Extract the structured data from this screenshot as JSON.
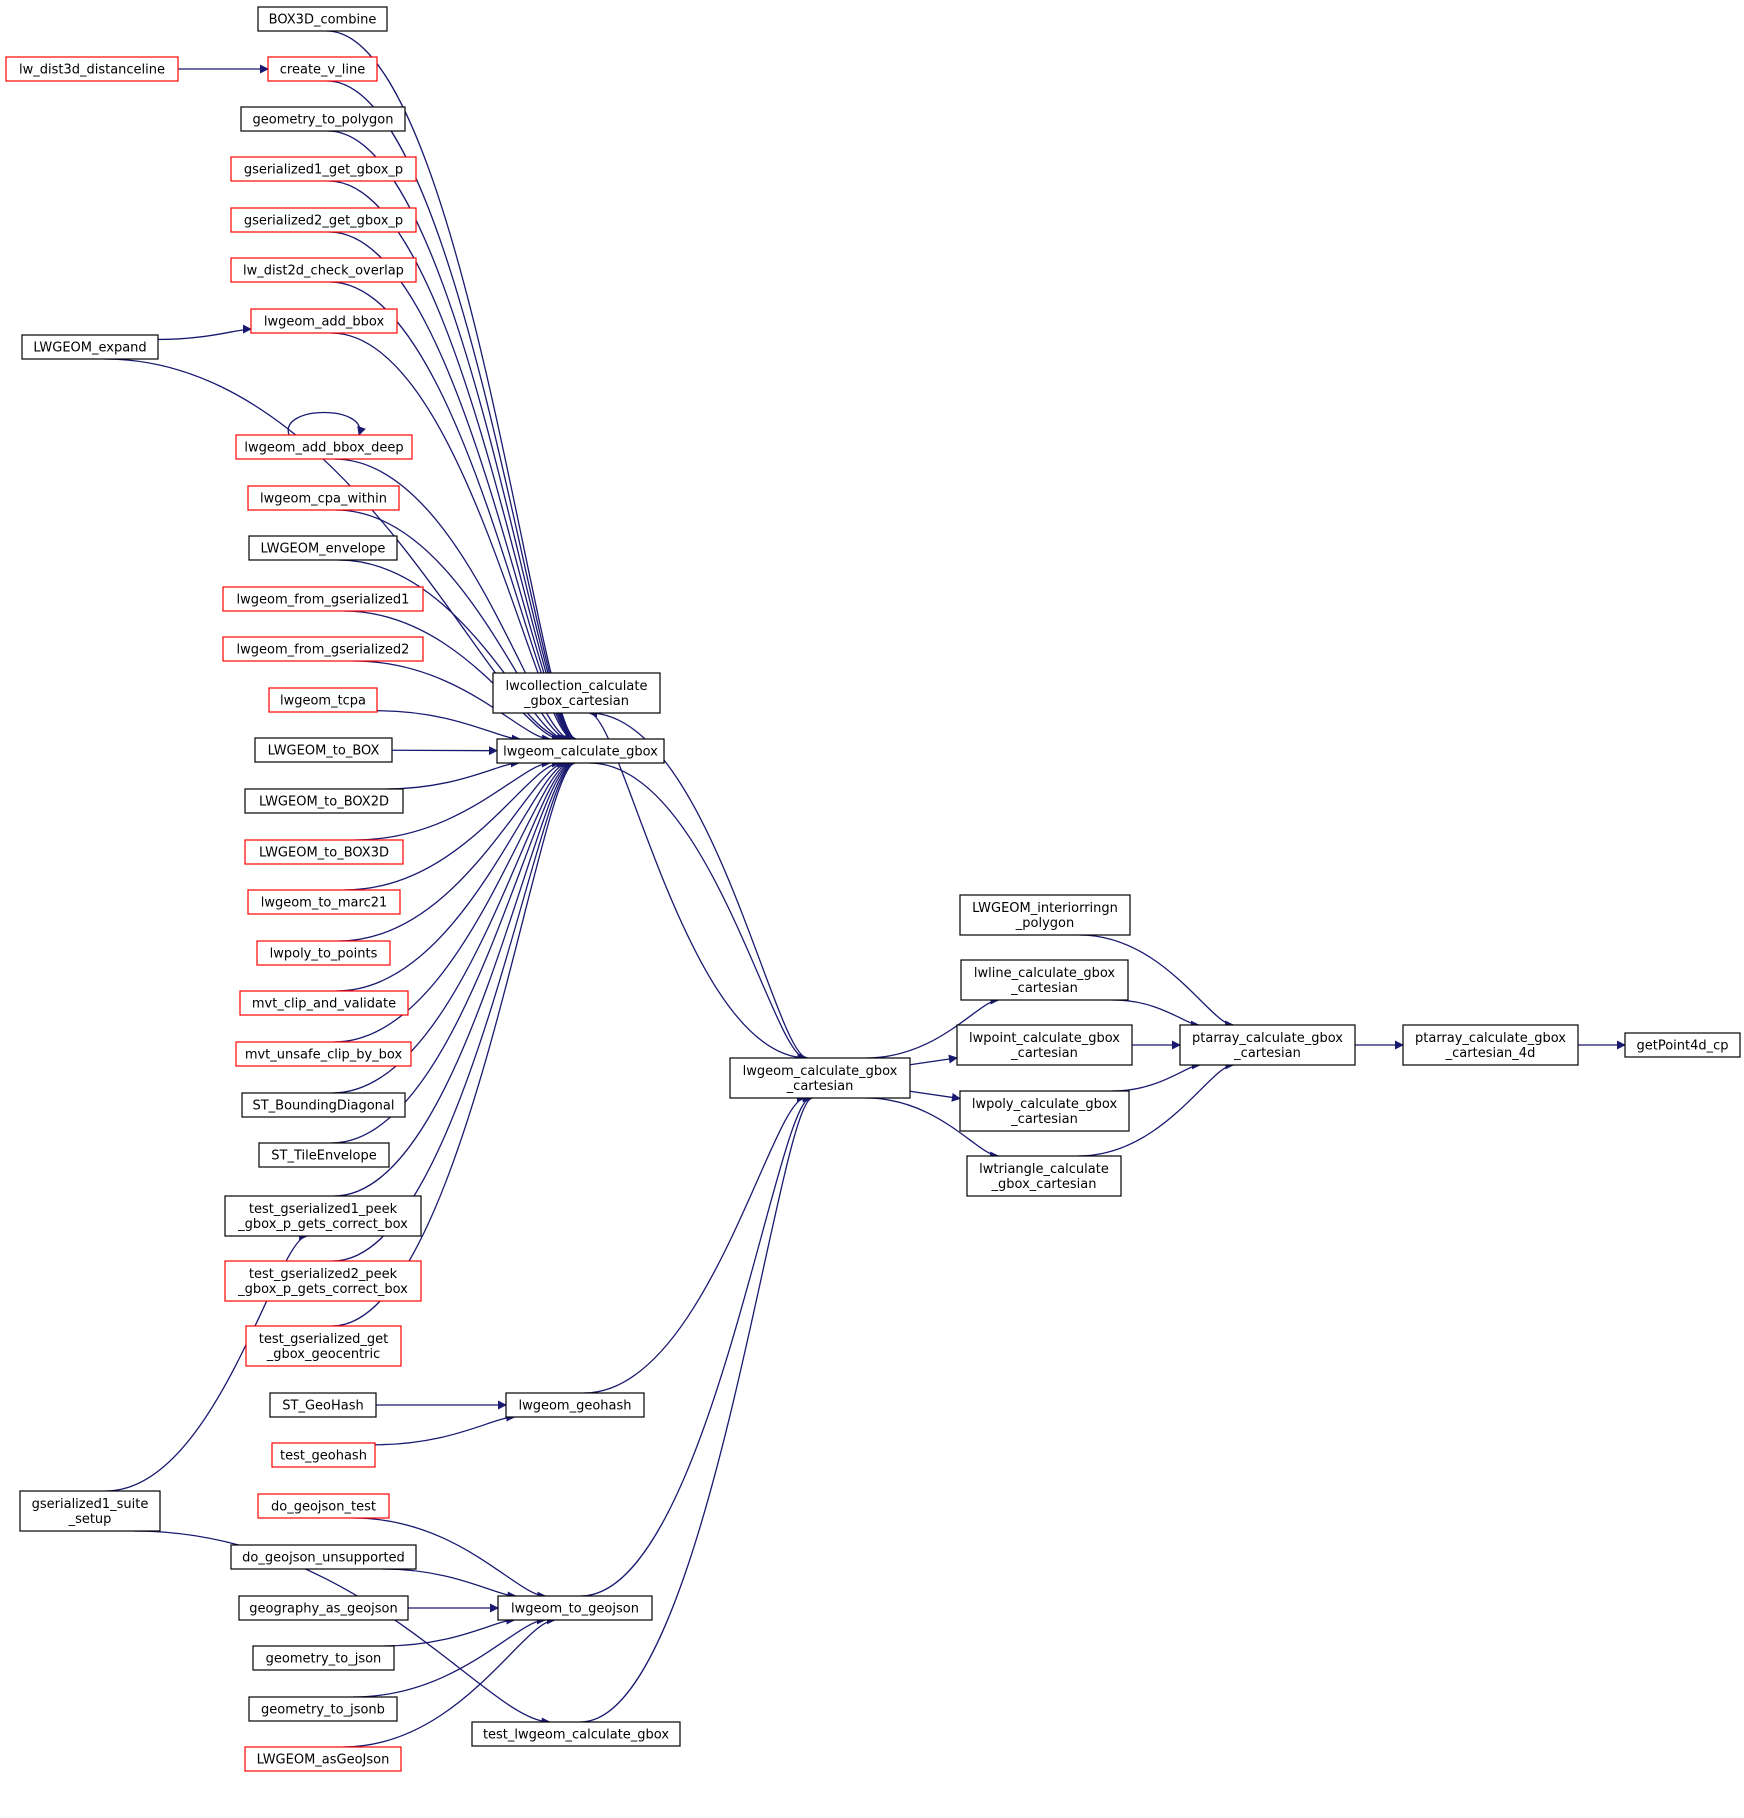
{
  "colors": {
    "edge": "#191970",
    "border_default": "#000000",
    "border_truncated": "#ff0000",
    "highlight_fill": "#bfbfbf",
    "text": "#000000"
  },
  "nodes": {
    "box3d_combine": {
      "lines": [
        "BOX3D_combine"
      ],
      "style": "normal"
    },
    "create_v_line": {
      "lines": [
        "create_v_line"
      ],
      "style": "truncated"
    },
    "lw_dist3d_distanceline": {
      "lines": [
        "lw_dist3d_distanceline"
      ],
      "style": "truncated"
    },
    "geometry_to_polygon": {
      "lines": [
        "geometry_to_polygon"
      ],
      "style": "normal"
    },
    "gserialized1_get_gbox_p": {
      "lines": [
        "gserialized1_get_gbox_p"
      ],
      "style": "truncated"
    },
    "gserialized2_get_gbox_p": {
      "lines": [
        "gserialized2_get_gbox_p"
      ],
      "style": "truncated"
    },
    "lw_dist2d_check_overlap": {
      "lines": [
        "lw_dist2d_check_overlap"
      ],
      "style": "truncated"
    },
    "lwgeom_add_bbox": {
      "lines": [
        "lwgeom_add_bbox"
      ],
      "style": "truncated"
    },
    "lwgeom_expand": {
      "lines": [
        "LWGEOM_expand"
      ],
      "style": "normal"
    },
    "lwgeom_add_bbox_deep": {
      "lines": [
        "lwgeom_add_bbox_deep"
      ],
      "style": "truncated"
    },
    "lwgeom_cpa_within": {
      "lines": [
        "lwgeom_cpa_within"
      ],
      "style": "truncated"
    },
    "lwgeom_envelope": {
      "lines": [
        "LWGEOM_envelope"
      ],
      "style": "normal"
    },
    "lwgeom_from_gserialized1": {
      "lines": [
        "lwgeom_from_gserialized1"
      ],
      "style": "truncated"
    },
    "lwgeom_from_gserialized2": {
      "lines": [
        "lwgeom_from_gserialized2"
      ],
      "style": "truncated"
    },
    "lwgeom_tcpa": {
      "lines": [
        "lwgeom_tcpa"
      ],
      "style": "truncated"
    },
    "lwgeom_to_box": {
      "lines": [
        "LWGEOM_to_BOX"
      ],
      "style": "normal"
    },
    "lwgeom_to_box2d": {
      "lines": [
        "LWGEOM_to_BOX2D"
      ],
      "style": "normal"
    },
    "lwgeom_to_box3d": {
      "lines": [
        "LWGEOM_to_BOX3D"
      ],
      "style": "truncated"
    },
    "lwgeom_to_marc21": {
      "lines": [
        "lwgeom_to_marc21"
      ],
      "style": "truncated"
    },
    "lwpoly_to_points": {
      "lines": [
        "lwpoly_to_points"
      ],
      "style": "truncated"
    },
    "mvt_clip_and_validate": {
      "lines": [
        "mvt_clip_and_validate"
      ],
      "style": "truncated"
    },
    "mvt_unsafe_clip_by_box": {
      "lines": [
        "mvt_unsafe_clip_by_box"
      ],
      "style": "truncated"
    },
    "st_boundingdiagonal": {
      "lines": [
        "ST_BoundingDiagonal"
      ],
      "style": "normal"
    },
    "st_tileenvelope": {
      "lines": [
        "ST_TileEnvelope"
      ],
      "style": "normal"
    },
    "test_gs1_peek": {
      "lines": [
        "test_gserialized1_peek",
        "_gbox_p_gets_correct_box"
      ],
      "style": "normal"
    },
    "test_gs2_peek": {
      "lines": [
        "test_gserialized2_peek",
        "_gbox_p_gets_correct_box"
      ],
      "style": "truncated"
    },
    "test_gs_get_gbox_geocentric": {
      "lines": [
        "test_gserialized_get",
        "_gbox_geocentric"
      ],
      "style": "truncated"
    },
    "st_geohash": {
      "lines": [
        "ST_GeoHash"
      ],
      "style": "normal"
    },
    "test_geohash": {
      "lines": [
        "test_geohash"
      ],
      "style": "truncated"
    },
    "gserialized1_suite_setup": {
      "lines": [
        "gserialized1_suite",
        "_setup"
      ],
      "style": "normal"
    },
    "do_geojson_test": {
      "lines": [
        "do_geojson_test"
      ],
      "style": "truncated"
    },
    "do_geojson_unsupported": {
      "lines": [
        "do_geojson_unsupported"
      ],
      "style": "normal"
    },
    "geography_as_geojson": {
      "lines": [
        "geography_as_geojson"
      ],
      "style": "normal"
    },
    "geometry_to_json": {
      "lines": [
        "geometry_to_json"
      ],
      "style": "normal"
    },
    "geometry_to_jsonb": {
      "lines": [
        "geometry_to_jsonb"
      ],
      "style": "normal"
    },
    "lwgeom_asgeojson": {
      "lines": [
        "LWGEOM_asGeoJson"
      ],
      "style": "truncated"
    },
    "lwcollection_calc": {
      "lines": [
        "lwcollection_calculate",
        "_gbox_cartesian"
      ],
      "style": "normal"
    },
    "lwgeom_calc_gbox": {
      "lines": [
        "lwgeom_calculate_gbox"
      ],
      "style": "normal"
    },
    "lwgeom_geohash": {
      "lines": [
        "lwgeom_geohash"
      ],
      "style": "normal"
    },
    "lwgeom_to_geojson": {
      "lines": [
        "lwgeom_to_geojson"
      ],
      "style": "normal"
    },
    "test_lwgeom_calc_gbox": {
      "lines": [
        "test_lwgeom_calculate_gbox"
      ],
      "style": "normal"
    },
    "lwgeom_calc_gbox_cart": {
      "lines": [
        "lwgeom_calculate_gbox",
        "_cartesian"
      ],
      "style": "normal"
    },
    "lwgeom_interiorringn_polygon": {
      "lines": [
        "LWGEOM_interiorringn",
        "_polygon"
      ],
      "style": "normal"
    },
    "lwline_calc": {
      "lines": [
        "lwline_calculate_gbox",
        "_cartesian"
      ],
      "style": "normal"
    },
    "lwpoint_calc": {
      "lines": [
        "lwpoint_calculate_gbox",
        "_cartesian"
      ],
      "style": "normal"
    },
    "lwpoly_calc": {
      "lines": [
        "lwpoly_calculate_gbox",
        "_cartesian"
      ],
      "style": "normal"
    },
    "lwtriangle_calc": {
      "lines": [
        "lwtriangle_calculate",
        "_gbox_cartesian"
      ],
      "style": "normal"
    },
    "ptarray_calc": {
      "lines": [
        "ptarray_calculate_gbox",
        "_cartesian"
      ],
      "style": "normal"
    },
    "ptarray_calc_4d": {
      "lines": [
        "ptarray_calculate_gbox",
        "_cartesian_4d"
      ],
      "style": "normal"
    },
    "getpoint4d_cp": {
      "lines": [
        "getPoint4d_cp"
      ],
      "style": "highlight"
    }
  },
  "edges": [
    [
      "box3d_combine",
      "lwgeom_calc_gbox"
    ],
    [
      "create_v_line",
      "lwgeom_calc_gbox"
    ],
    [
      "lw_dist3d_distanceline",
      "create_v_line"
    ],
    [
      "geometry_to_polygon",
      "lwgeom_calc_gbox"
    ],
    [
      "gserialized1_get_gbox_p",
      "lwgeom_calc_gbox"
    ],
    [
      "gserialized2_get_gbox_p",
      "lwgeom_calc_gbox"
    ],
    [
      "lw_dist2d_check_overlap",
      "lwgeom_calc_gbox"
    ],
    [
      "lwgeom_add_bbox",
      "lwgeom_calc_gbox"
    ],
    [
      "lwgeom_expand",
      "lwgeom_add_bbox"
    ],
    [
      "lwgeom_expand",
      "lwgeom_calc_gbox"
    ],
    [
      "lwgeom_add_bbox_deep",
      "lwgeom_add_bbox_deep"
    ],
    [
      "lwgeom_add_bbox_deep",
      "lwgeom_calc_gbox"
    ],
    [
      "lwgeom_cpa_within",
      "lwgeom_calc_gbox"
    ],
    [
      "lwgeom_envelope",
      "lwgeom_calc_gbox"
    ],
    [
      "lwgeom_from_gserialized1",
      "lwgeom_calc_gbox"
    ],
    [
      "lwgeom_from_gserialized2",
      "lwgeom_calc_gbox"
    ],
    [
      "lwgeom_tcpa",
      "lwgeom_calc_gbox"
    ],
    [
      "lwgeom_to_box",
      "lwgeom_calc_gbox"
    ],
    [
      "lwgeom_to_box2d",
      "lwgeom_calc_gbox"
    ],
    [
      "lwgeom_to_box3d",
      "lwgeom_calc_gbox"
    ],
    [
      "lwgeom_to_marc21",
      "lwgeom_calc_gbox"
    ],
    [
      "lwpoly_to_points",
      "lwgeom_calc_gbox"
    ],
    [
      "mvt_clip_and_validate",
      "lwgeom_calc_gbox"
    ],
    [
      "mvt_unsafe_clip_by_box",
      "lwgeom_calc_gbox"
    ],
    [
      "st_boundingdiagonal",
      "lwgeom_calc_gbox"
    ],
    [
      "st_tileenvelope",
      "lwgeom_calc_gbox"
    ],
    [
      "test_gs1_peek",
      "lwgeom_calc_gbox"
    ],
    [
      "gserialized1_suite_setup",
      "test_gs1_peek"
    ],
    [
      "test_gs2_peek",
      "lwgeom_calc_gbox"
    ],
    [
      "test_gs_get_gbox_geocentric",
      "lwgeom_calc_gbox"
    ],
    [
      "st_geohash",
      "lwgeom_geohash"
    ],
    [
      "test_geohash",
      "lwgeom_geohash"
    ],
    [
      "do_geojson_test",
      "lwgeom_to_geojson"
    ],
    [
      "do_geojson_unsupported",
      "lwgeom_to_geojson"
    ],
    [
      "geography_as_geojson",
      "lwgeom_to_geojson"
    ],
    [
      "geometry_to_json",
      "lwgeom_to_geojson"
    ],
    [
      "geometry_to_jsonb",
      "lwgeom_to_geojson"
    ],
    [
      "lwgeom_asgeojson",
      "lwgeom_to_geojson"
    ],
    [
      "gserialized1_suite_setup",
      "test_lwgeom_calc_gbox"
    ],
    [
      "lwgeom_calc_gbox",
      "lwgeom_calc_gbox_cart"
    ],
    [
      "lwcollection_calc",
      "lwgeom_calc_gbox_cart"
    ],
    [
      "lwgeom_calc_gbox_cart",
      "lwcollection_calc"
    ],
    [
      "lwgeom_geohash",
      "lwgeom_calc_gbox_cart"
    ],
    [
      "lwgeom_to_geojson",
      "lwgeom_calc_gbox_cart"
    ],
    [
      "test_lwgeom_calc_gbox",
      "lwgeom_calc_gbox_cart"
    ],
    [
      "lwgeom_calc_gbox_cart",
      "lwline_calc"
    ],
    [
      "lwgeom_calc_gbox_cart",
      "lwpoint_calc"
    ],
    [
      "lwgeom_calc_gbox_cart",
      "lwpoly_calc"
    ],
    [
      "lwgeom_calc_gbox_cart",
      "lwtriangle_calc"
    ],
    [
      "lwgeom_interiorringn_polygon",
      "ptarray_calc"
    ],
    [
      "lwline_calc",
      "ptarray_calc"
    ],
    [
      "lwpoint_calc",
      "ptarray_calc"
    ],
    [
      "lwpoly_calc",
      "ptarray_calc"
    ],
    [
      "lwtriangle_calc",
      "ptarray_calc"
    ],
    [
      "ptarray_calc",
      "ptarray_calc_4d"
    ],
    [
      "ptarray_calc_4d",
      "getpoint4d_cp"
    ]
  ]
}
